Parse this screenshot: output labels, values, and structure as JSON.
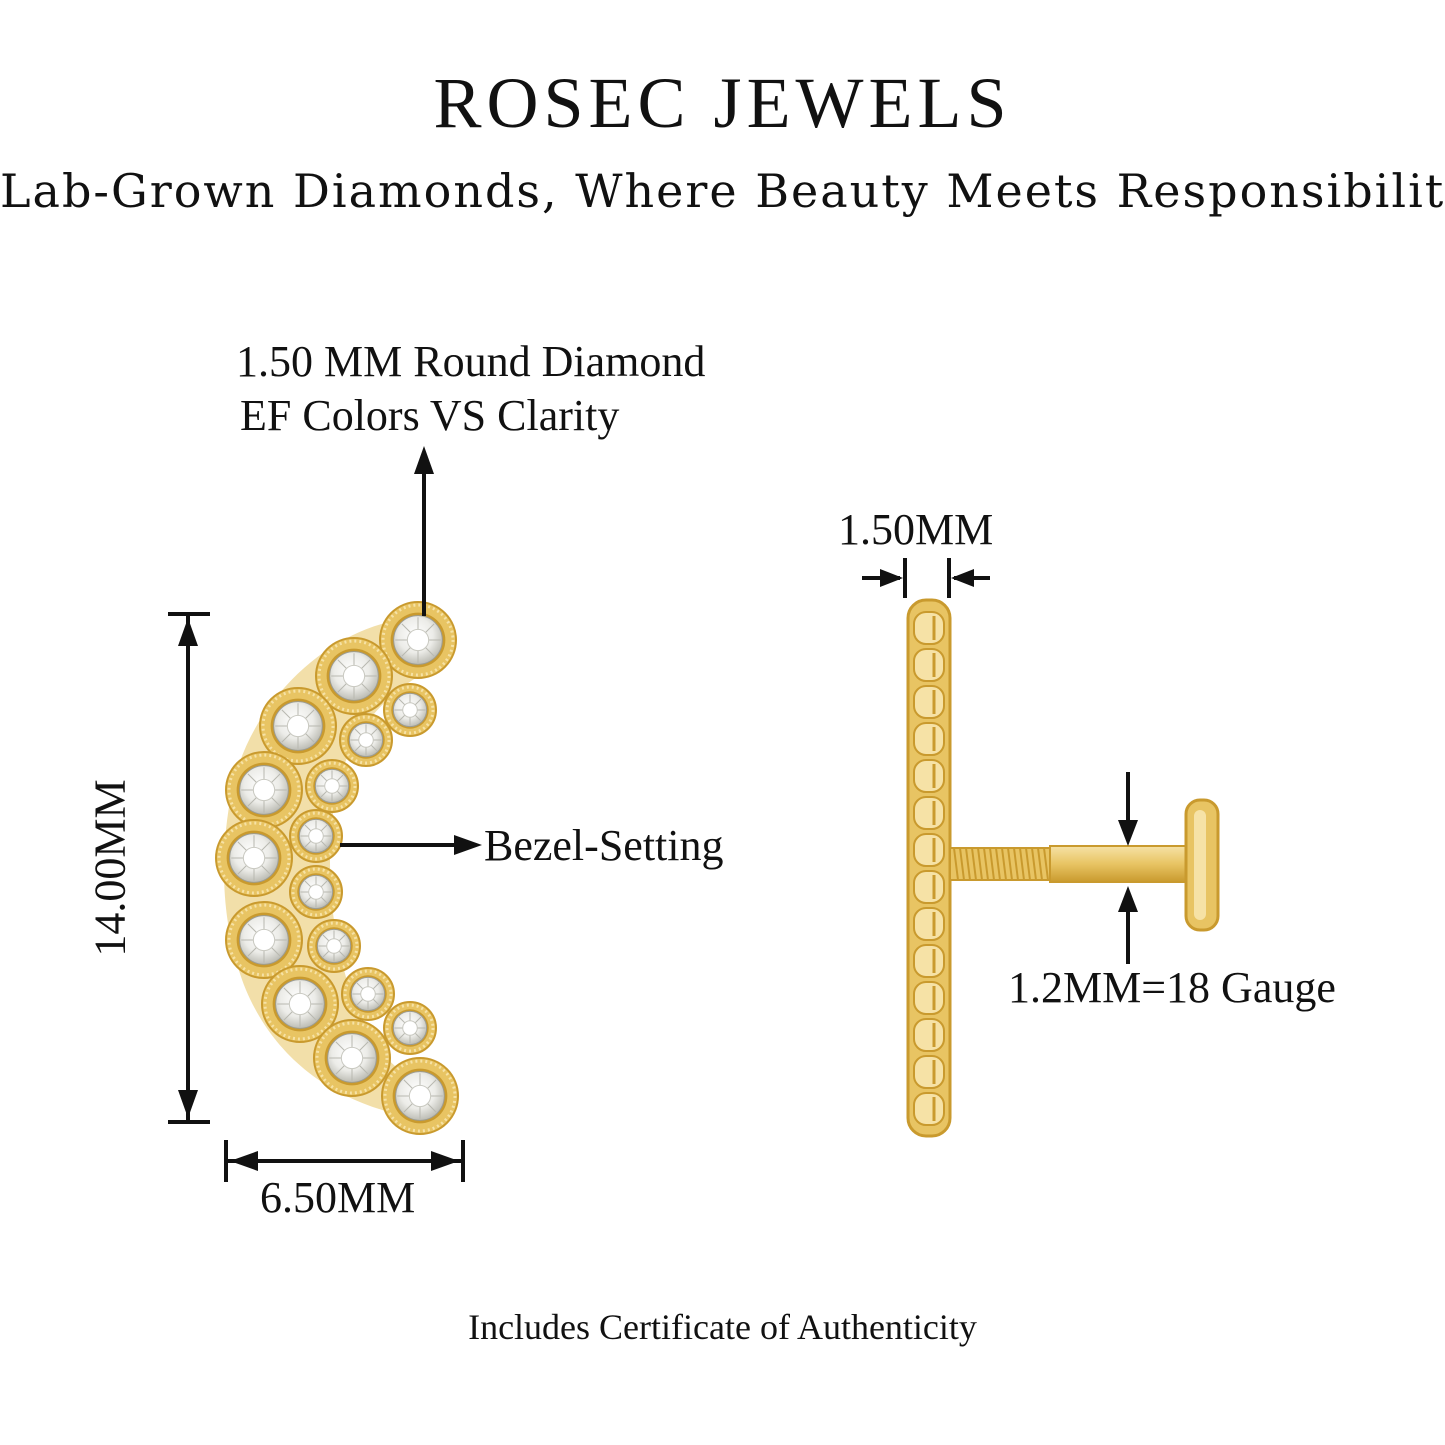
{
  "header": {
    "brand": "ROSEC JEWELS",
    "tagline": "Lab-Grown Diamonds, Where Beauty Meets Responsibility"
  },
  "front_view": {
    "diamond_label_line1": "1.50 MM Round Diamond",
    "diamond_label_line2": "EF Colors VS Clarity",
    "setting_label": "Bezel-Setting",
    "height_label": "14.00MM",
    "width_label": "6.50MM"
  },
  "side_view": {
    "thickness_label": "1.50MM",
    "gauge_label": "1.2MM=18 Gauge"
  },
  "footer": {
    "certificate_text": "Includes Certificate of Authenticity"
  },
  "colors": {
    "gold": "#e8c463",
    "gold_dark": "#c99a2e",
    "gold_light": "#f6e2a6",
    "diamond": "#f2f2f0",
    "ink": "#111111"
  }
}
